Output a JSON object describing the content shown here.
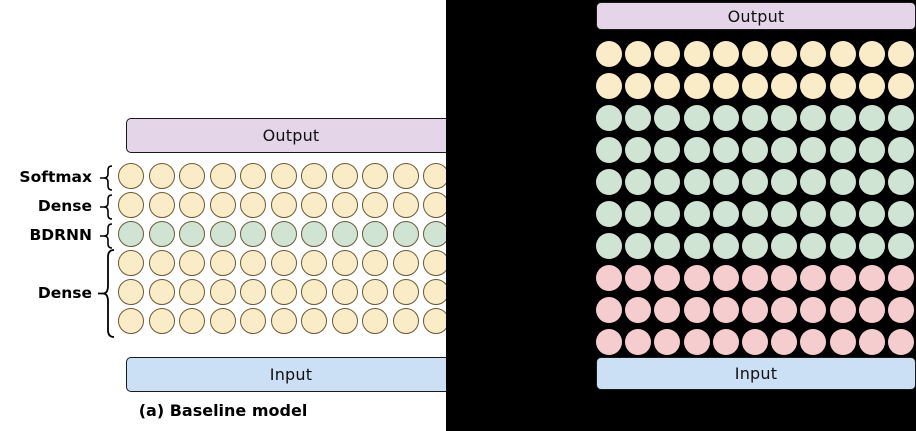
{
  "figure": {
    "caption": "(a) Baseline model",
    "colors": {
      "output_bar": "#e4d6e8",
      "input_bar": "#cce0f5",
      "node_cream": "#fbecc8",
      "node_green": "#cfe4d2",
      "node_pink": "#f6cdcf",
      "node_outline": "#6b5a33",
      "bar_outline": "#1a1a1a",
      "occlusion": "#000000",
      "background": "#ffffff"
    }
  },
  "left_diagram": {
    "output_label": "Output",
    "input_label": "Input",
    "columns": 11,
    "layer_labels": [
      {
        "text": "Softmax",
        "rows": 1,
        "brace": "small"
      },
      {
        "text": "Dense",
        "rows": 1,
        "brace": "small"
      },
      {
        "text": "BDRNN",
        "rows": 1,
        "brace": "small"
      },
      {
        "text": "Dense",
        "rows": 3,
        "brace": "tall"
      }
    ],
    "rows": [
      {
        "index": 0,
        "color": "cream",
        "layer": "Softmax"
      },
      {
        "index": 1,
        "color": "cream",
        "layer": "Dense"
      },
      {
        "index": 2,
        "color": "green",
        "layer": "BDRNN"
      },
      {
        "index": 3,
        "color": "cream",
        "layer": "Dense"
      },
      {
        "index": 4,
        "color": "cream",
        "layer": "Dense"
      },
      {
        "index": 5,
        "color": "cream",
        "layer": "Dense"
      }
    ]
  },
  "right_diagram": {
    "output_label": "Output",
    "input_label": "Input",
    "columns": 11,
    "rows": [
      {
        "index": 0,
        "color": "cream"
      },
      {
        "index": 1,
        "color": "cream"
      },
      {
        "index": 2,
        "color": "green"
      },
      {
        "index": 3,
        "color": "green"
      },
      {
        "index": 4,
        "color": "green"
      },
      {
        "index": 5,
        "color": "green"
      },
      {
        "index": 6,
        "color": "green"
      },
      {
        "index": 7,
        "color": "pink"
      },
      {
        "index": 8,
        "color": "pink"
      },
      {
        "index": 9,
        "color": "pink"
      }
    ]
  }
}
